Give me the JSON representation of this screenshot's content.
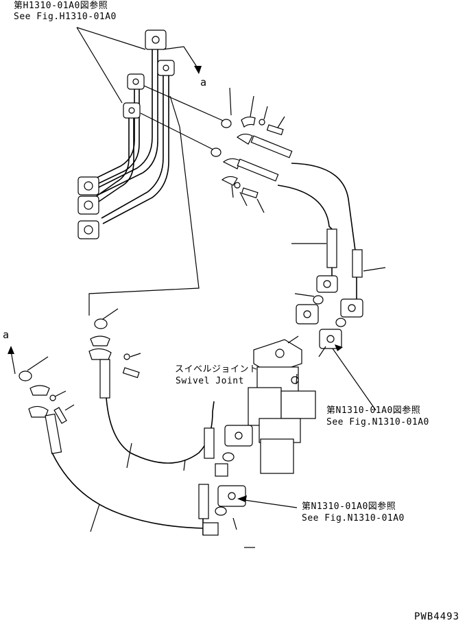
{
  "references": {
    "top": {
      "jp": "第H1310-01A0図参照",
      "en": "See Fig.H1310-01A0"
    },
    "right_mid": {
      "jp": "第N1310-01A0図参照",
      "en": "See Fig.N1310-01A0"
    },
    "right_low": {
      "jp": "第N1310-01A0図参照",
      "en": "See Fig.N1310-01A0"
    }
  },
  "swivel_joint": {
    "jp": "スイベルジョイント",
    "en": "Swivel Joint"
  },
  "markers": {
    "a_top": "a",
    "a_left": "a"
  },
  "drawing_code": "PWB4493",
  "colors": {
    "ink": "#000000",
    "paper": "#ffffff"
  }
}
